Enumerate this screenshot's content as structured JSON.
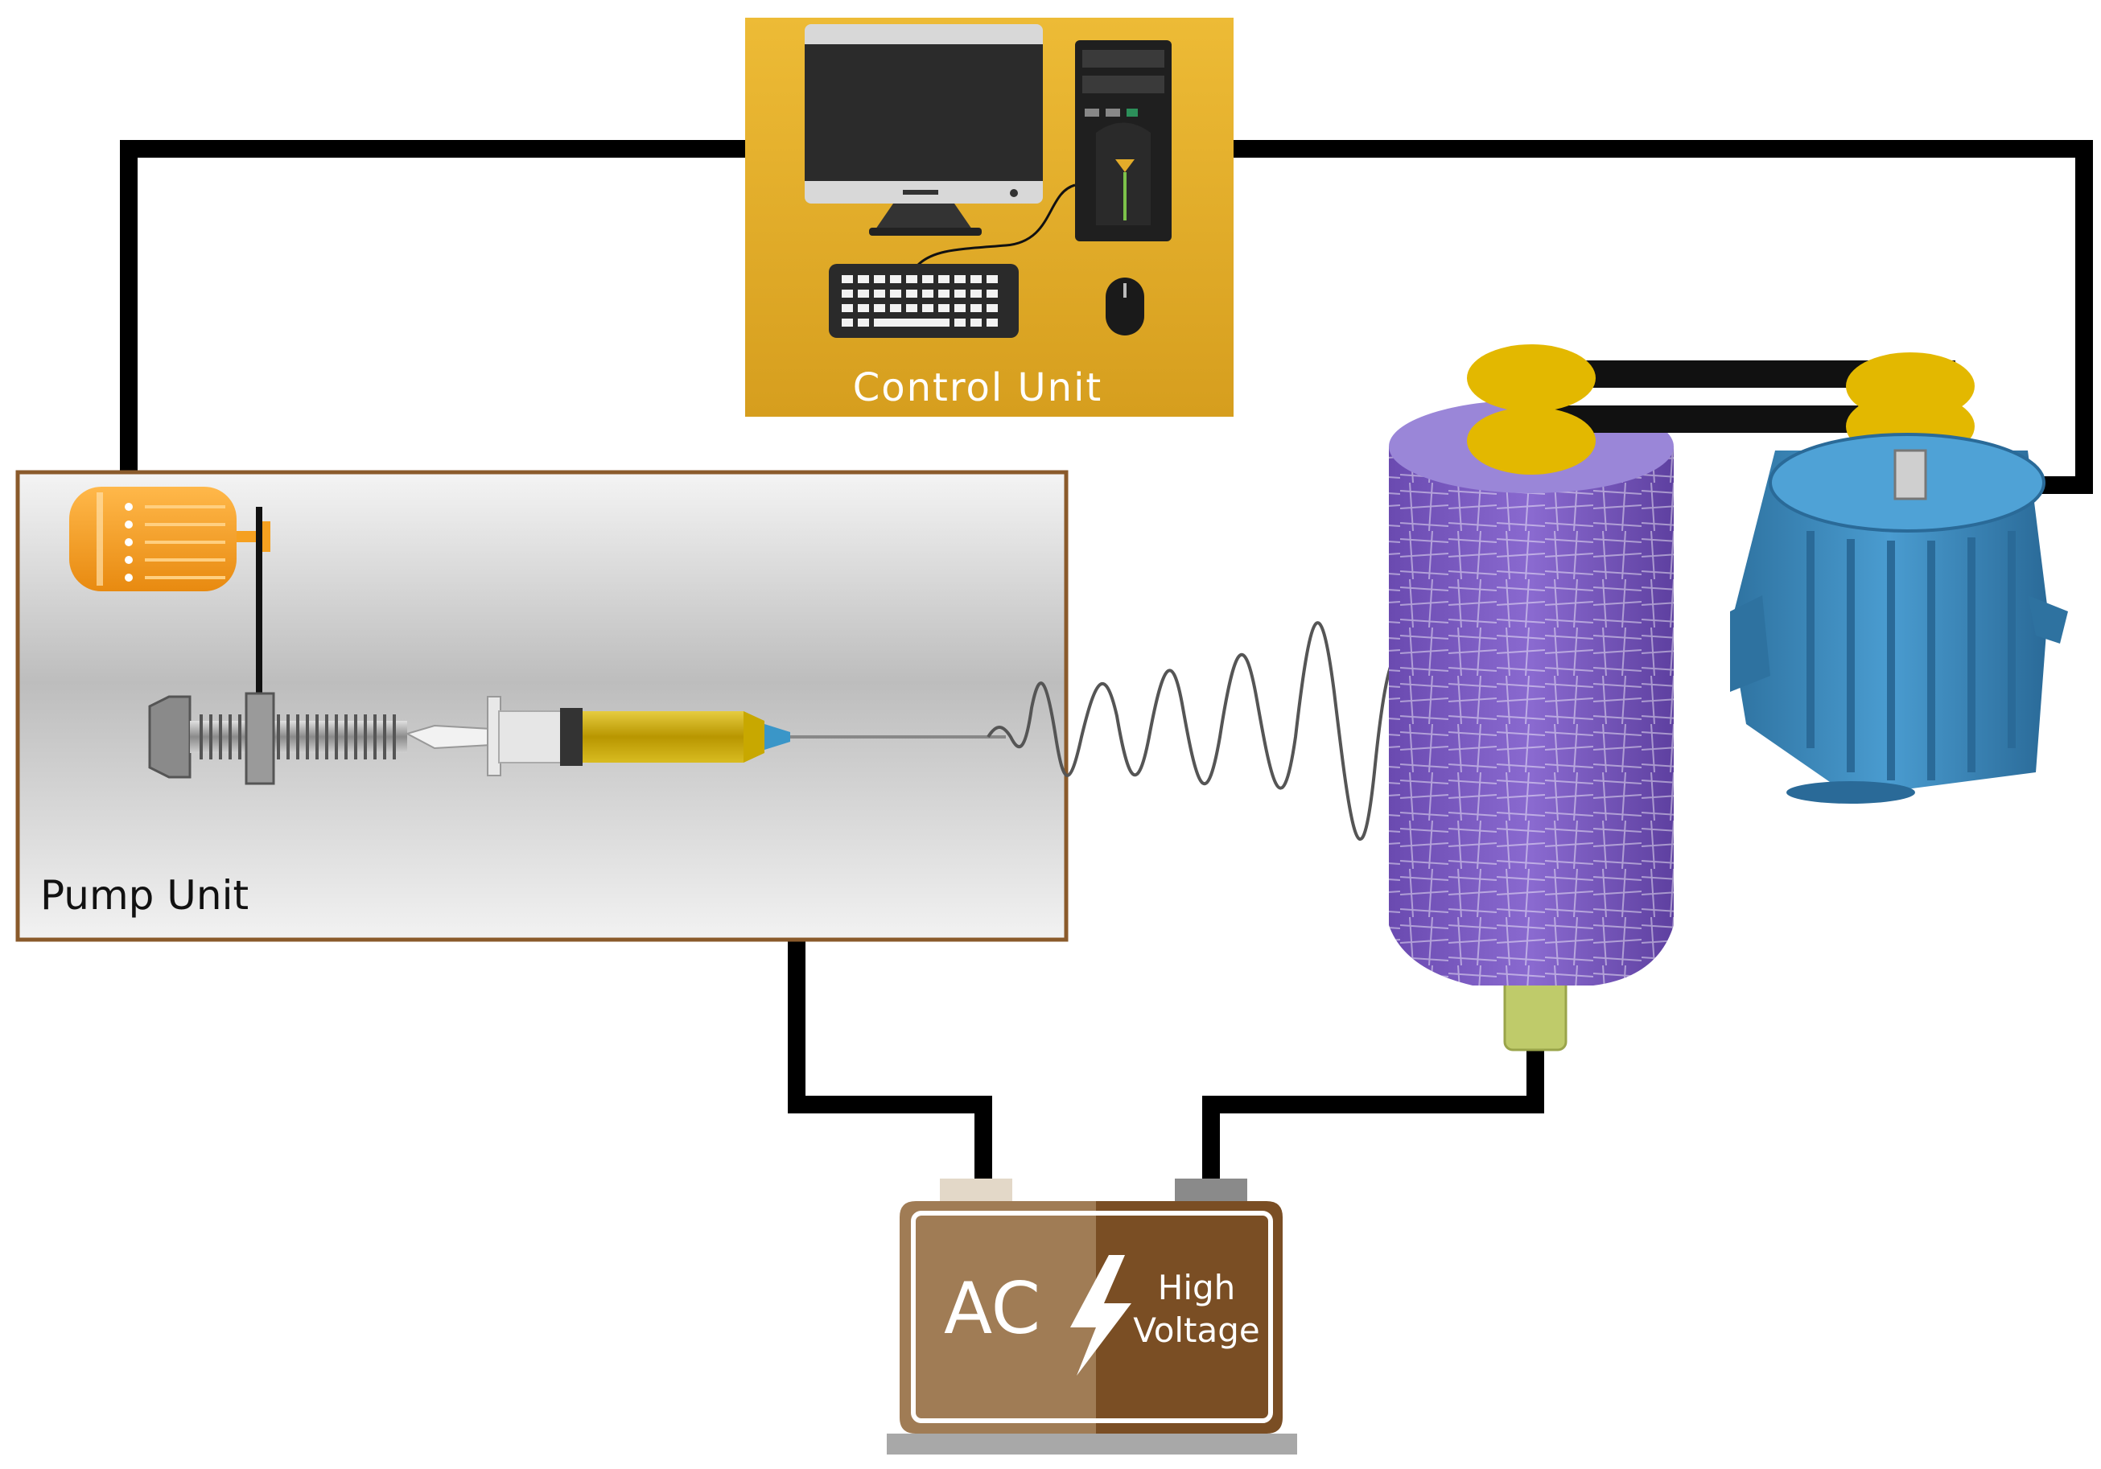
{
  "labels": {
    "control_unit": "Control Unit",
    "pump_unit": "Pump Unit",
    "power_supply_left": "AC",
    "power_supply_right_line1": "High",
    "power_supply_right_line2": "Voltage"
  },
  "colors": {
    "control_unit_bg": "#E3AC2A",
    "pump_unit_border": "#8A5A2B",
    "wire": "#000000",
    "collector_drum": "#7B5BC0",
    "pulley": "#E3B800",
    "electric_motor": "#3A86B8",
    "syringe_solution": "#C8A800",
    "power_supply_left": "#A07C55",
    "power_supply_right": "#7A4E24",
    "pump_motor": "#F5A020"
  },
  "icons": [
    "computer-monitor-icon",
    "pc-tower-icon",
    "keyboard-icon",
    "mouse-icon",
    "pump-motor-icon",
    "lead-screw-icon",
    "syringe-icon",
    "electrospinning-jet-icon",
    "collector-drum-icon",
    "pulley-belt-icon",
    "electric-motor-icon",
    "lightning-bolt-icon"
  ]
}
